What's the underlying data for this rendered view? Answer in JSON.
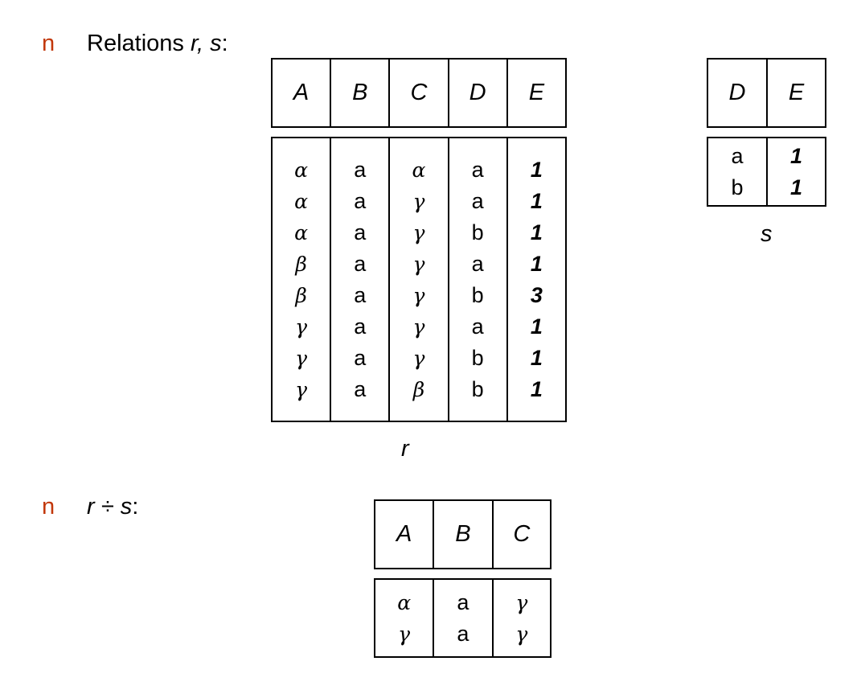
{
  "bullets": [
    {
      "marker": "n",
      "text_plain": "Relations ",
      "text_italic": "r, s",
      "text_suffix": ":"
    },
    {
      "marker": "n",
      "text_plain": "",
      "text_italic": "r ÷ s",
      "text_suffix": ":"
    }
  ],
  "relation_r": {
    "caption": "r",
    "headers": [
      "A",
      "B",
      "C",
      "D",
      "E"
    ],
    "columns": [
      [
        "α",
        "α",
        "α",
        "β",
        "β",
        "γ",
        "γ",
        "γ"
      ],
      [
        "a",
        "a",
        "a",
        "a",
        "a",
        "a",
        "a",
        "a"
      ],
      [
        "α",
        "γ",
        "γ",
        "γ",
        "γ",
        "γ",
        "γ",
        "β"
      ],
      [
        "a",
        "a",
        "b",
        "a",
        "b",
        "a",
        "b",
        "b"
      ],
      [
        "1",
        "1",
        "1",
        "1",
        "3",
        "1",
        "1",
        "1"
      ]
    ]
  },
  "relation_s": {
    "caption": "s",
    "headers": [
      "D",
      "E"
    ],
    "columns": [
      [
        "a",
        "b"
      ],
      [
        "1",
        "1"
      ]
    ]
  },
  "result": {
    "headers": [
      "A",
      "B",
      "C"
    ],
    "columns": [
      [
        "α",
        "γ"
      ],
      [
        "a",
        "a"
      ],
      [
        "γ",
        "γ"
      ]
    ]
  },
  "colors": {
    "bullet": "#c2380b",
    "text": "#000000"
  }
}
